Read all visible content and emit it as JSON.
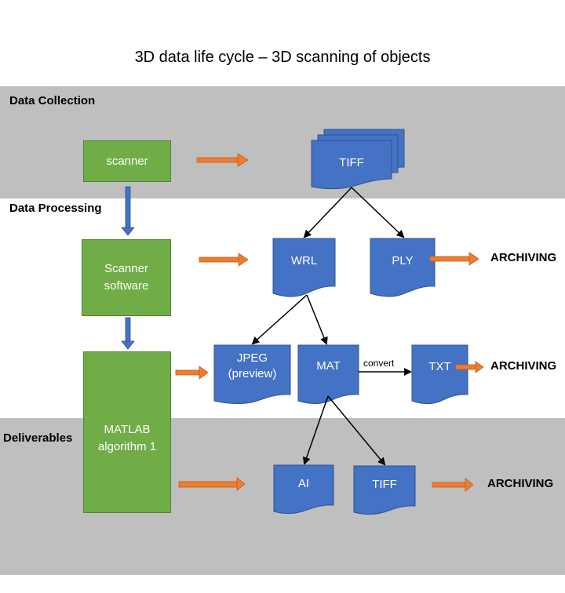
{
  "title": "3D data life cycle – 3D scanning of objects",
  "bands": {
    "collection": "Data Collection",
    "processing": "Data Processing",
    "deliverables": "Deliverables"
  },
  "process_boxes": {
    "scanner": "scanner",
    "scanner_software_line1": "Scanner",
    "scanner_software_line2": "software",
    "matlab_line1": "MATLAB",
    "matlab_line2": "algorithm 1"
  },
  "documents": {
    "tiff_stack": "TIFF",
    "wrl": "WRL",
    "ply": "PLY",
    "jpeg_line1": "JPEG",
    "jpeg_line2": "(preview)",
    "mat": "MAT",
    "txt": "TXT",
    "ai": "AI",
    "tiff_out": "TIFF"
  },
  "edge_labels": {
    "convert": "convert"
  },
  "archiving": [
    "ARCHIVING",
    "ARCHIVING",
    "ARCHIVING"
  ],
  "colors": {
    "band": "#bfbfbf",
    "process_green": "#70ad47",
    "document_blue": "#4472c4",
    "flow_orange": "#ed7d31",
    "connector": "#000000"
  }
}
